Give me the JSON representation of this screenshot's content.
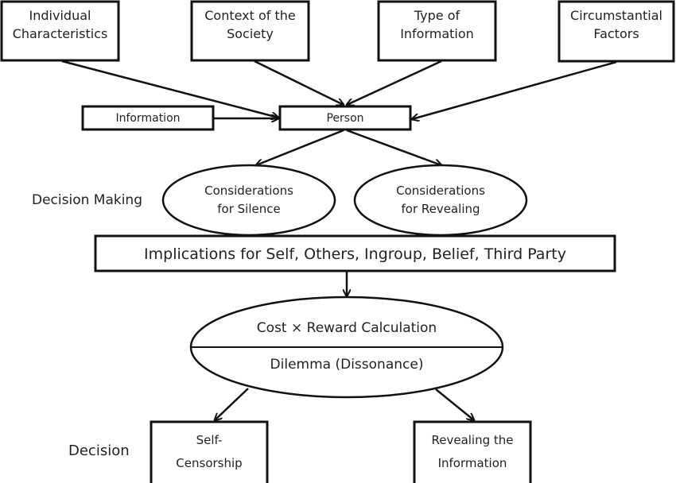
{
  "diagram": {
    "title": "Self-censorship decision process",
    "colors": {
      "stroke": "#111111",
      "shadow": "#999999",
      "text": "#222222",
      "background": "#ffffff"
    },
    "top_factors": [
      {
        "id": "individual",
        "line1": "Individual",
        "line2": "Characteristics"
      },
      {
        "id": "society",
        "line1": "Context of the",
        "line2": "Society"
      },
      {
        "id": "type",
        "line1": "Type of",
        "line2": "Information"
      },
      {
        "id": "circumstantial",
        "line1": "Circumstantial",
        "line2": "Factors"
      }
    ],
    "information": "Information",
    "person": "Person",
    "decision_making_label": "Decision Making",
    "considerations": [
      {
        "id": "silence",
        "line1": "Considerations",
        "line2": "for Silence"
      },
      {
        "id": "revealing",
        "line1": "Considerations",
        "line2": "for Revealing"
      }
    ],
    "implications": "Implications for Self, Others, Ingroup, Belief, Third Party",
    "calculation": {
      "top": "Cost × Reward Calculation",
      "bottom": "Dilemma (Dissonance)"
    },
    "decision_label": "Decision",
    "outcomes": [
      {
        "id": "self-censorship",
        "line1": "Self-",
        "line2": "Censorship"
      },
      {
        "id": "revealing-information",
        "line1": "Revealing the",
        "line2": "Information"
      }
    ],
    "edges": [
      {
        "from": "individual",
        "to": "person"
      },
      {
        "from": "society",
        "to": "person"
      },
      {
        "from": "type",
        "to": "person"
      },
      {
        "from": "circumstantial",
        "to": "person"
      },
      {
        "from": "information",
        "to": "person"
      },
      {
        "from": "person",
        "to": "silence"
      },
      {
        "from": "person",
        "to": "revealing"
      },
      {
        "from": "implications",
        "to": "calculation"
      },
      {
        "from": "calculation",
        "to": "self-censorship"
      },
      {
        "from": "calculation",
        "to": "revealing-information"
      }
    ]
  }
}
